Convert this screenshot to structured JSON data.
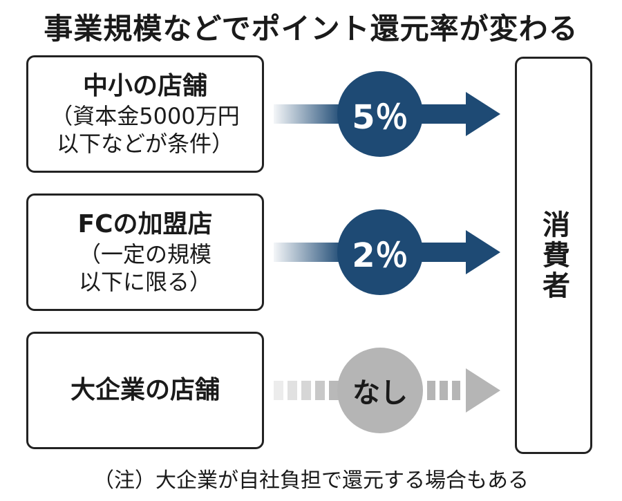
{
  "title": "事業規模などでポイント還元率が変わる",
  "sources": [
    {
      "title": "中小の店舗",
      "note": "（資本金5000万円\n以下などが条件）"
    },
    {
      "title": "FCの加盟店",
      "note": "（一定の規模\n以下に限る）"
    },
    {
      "title": "大企業の店舗",
      "note": ""
    }
  ],
  "rates": [
    {
      "label": "5％",
      "style": "blue"
    },
    {
      "label": "2％",
      "style": "blue"
    },
    {
      "label": "なし",
      "style": "gray"
    }
  ],
  "consumer": "消費者",
  "footnote": "（注）大企業が自社負担で還元する場合もある",
  "colors": {
    "accent_blue": "#1e4a74",
    "none_gray": "#b5b5b5",
    "border": "#222222"
  }
}
